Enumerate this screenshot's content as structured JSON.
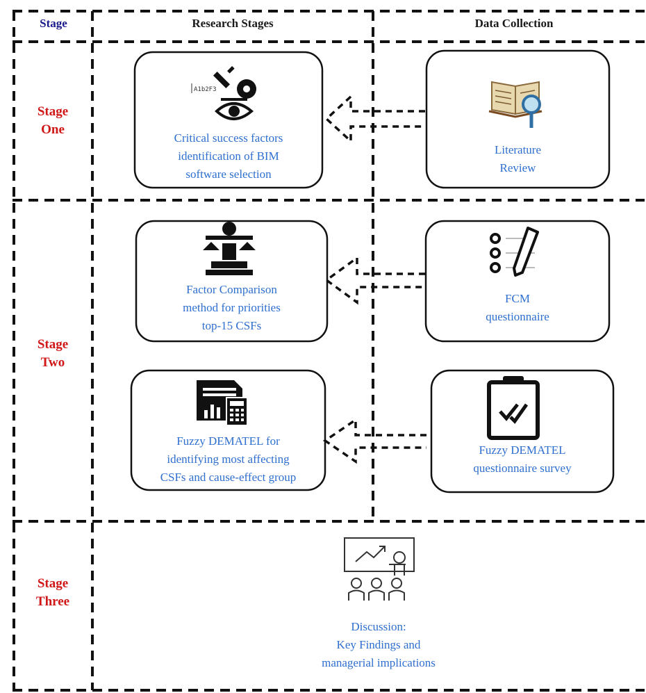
{
  "headers": {
    "stage": "Stage",
    "research_stages": "Research Stages",
    "data_collection": "Data Collection"
  },
  "stages": {
    "one": {
      "line1": "Stage",
      "line2": "One"
    },
    "two": {
      "line1": "Stage",
      "line2": "Two"
    },
    "three": {
      "line1": "Stage",
      "line2": "Three"
    }
  },
  "research_boxes": {
    "csf_identification": {
      "code": "A1b2F3",
      "lines": [
        "Critical success factors",
        "identification of BIM",
        "software selection"
      ],
      "icons": [
        "key-icon",
        "eye-icon"
      ]
    },
    "factor_comparison": {
      "lines": [
        "Factor Comparison",
        "method for priorities",
        "top-15 CSFs"
      ],
      "icons": [
        "scales-icon"
      ]
    },
    "fuzzy_dematel": {
      "lines": [
        "Fuzzy DEMATEL for",
        "identifying most affecting",
        "CSFs and cause-effect group"
      ],
      "icons": [
        "documents-calculator-icon"
      ]
    }
  },
  "collection_boxes": {
    "literature_review": {
      "lines": [
        "Literature",
        "Review"
      ],
      "icons": [
        "book-magnifier-icon"
      ]
    },
    "fcm_questionnaire": {
      "lines": [
        "FCM",
        "questionnaire"
      ],
      "icons": [
        "checklist-pen-icon"
      ]
    },
    "fuzzy_dematel_survey": {
      "lines": [
        "Fuzzy DEMATEL",
        "questionnaire survey"
      ],
      "icons": [
        "clipboard-check-icon"
      ]
    }
  },
  "discussion": {
    "lines": [
      "Discussion:",
      "Key Findings and",
      "managerial implications"
    ],
    "icons": [
      "presentation-audience-icon"
    ]
  },
  "colors": {
    "stage_label": "#d01818",
    "box_text": "#2e6fcf",
    "header_stage": "#1a1a8c",
    "lines": "#111111"
  }
}
